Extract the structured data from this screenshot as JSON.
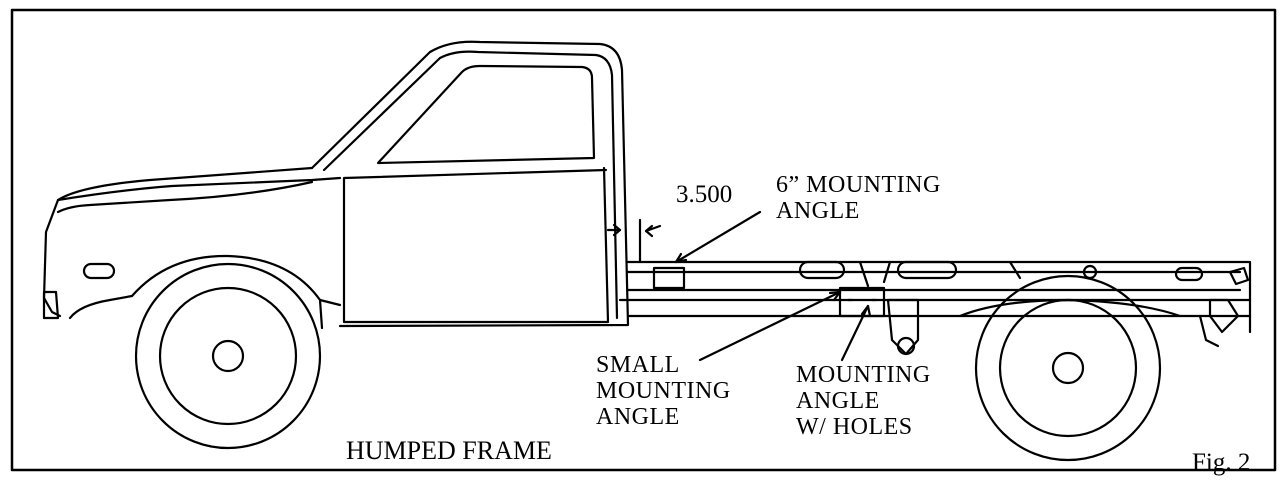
{
  "labels": {
    "dimension": "3.500",
    "six_inch_angle": "6” MOUNTING\nANGLE",
    "small_angle": "SMALL\nMOUNTING\nANGLE",
    "angle_with_holes": "MOUNTING\nANGLE\nW/ HOLES",
    "title": "HUMPED FRAME",
    "figure_number": "Fig. 2"
  }
}
